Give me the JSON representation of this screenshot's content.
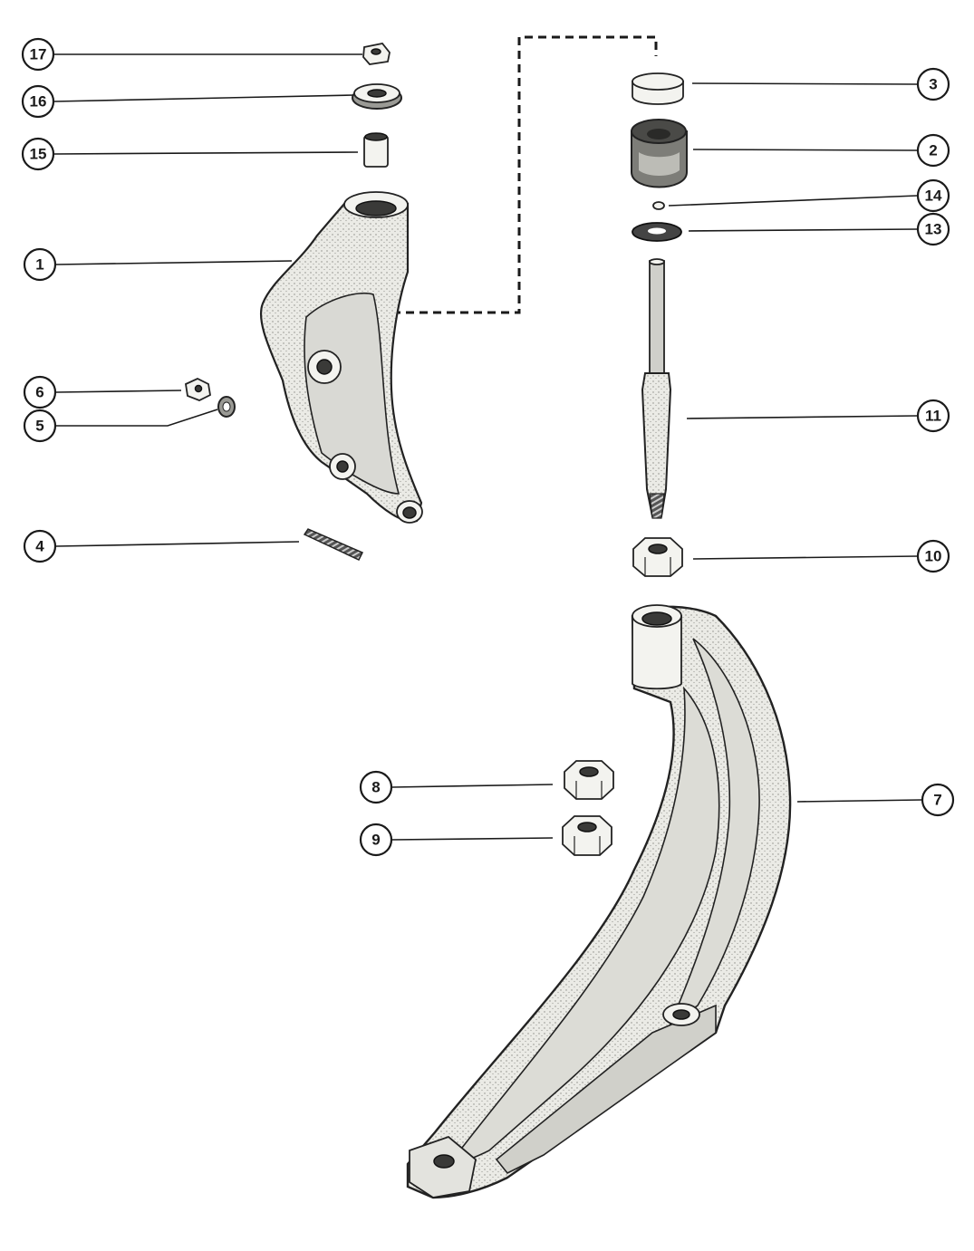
{
  "diagram": {
    "callouts": [
      {
        "id": "1",
        "label": "1"
      },
      {
        "id": "2",
        "label": "2"
      },
      {
        "id": "3",
        "label": "3"
      },
      {
        "id": "4",
        "label": "4"
      },
      {
        "id": "5",
        "label": "5"
      },
      {
        "id": "6",
        "label": "6"
      },
      {
        "id": "7",
        "label": "7"
      },
      {
        "id": "8",
        "label": "8"
      },
      {
        "id": "9",
        "label": "9"
      },
      {
        "id": "10",
        "label": "10"
      },
      {
        "id": "11",
        "label": "11"
      },
      {
        "id": "13",
        "label": "13"
      },
      {
        "id": "14",
        "label": "14"
      },
      {
        "id": "15",
        "label": "15"
      },
      {
        "id": "16",
        "label": "16"
      },
      {
        "id": "17",
        "label": "17"
      }
    ]
  }
}
